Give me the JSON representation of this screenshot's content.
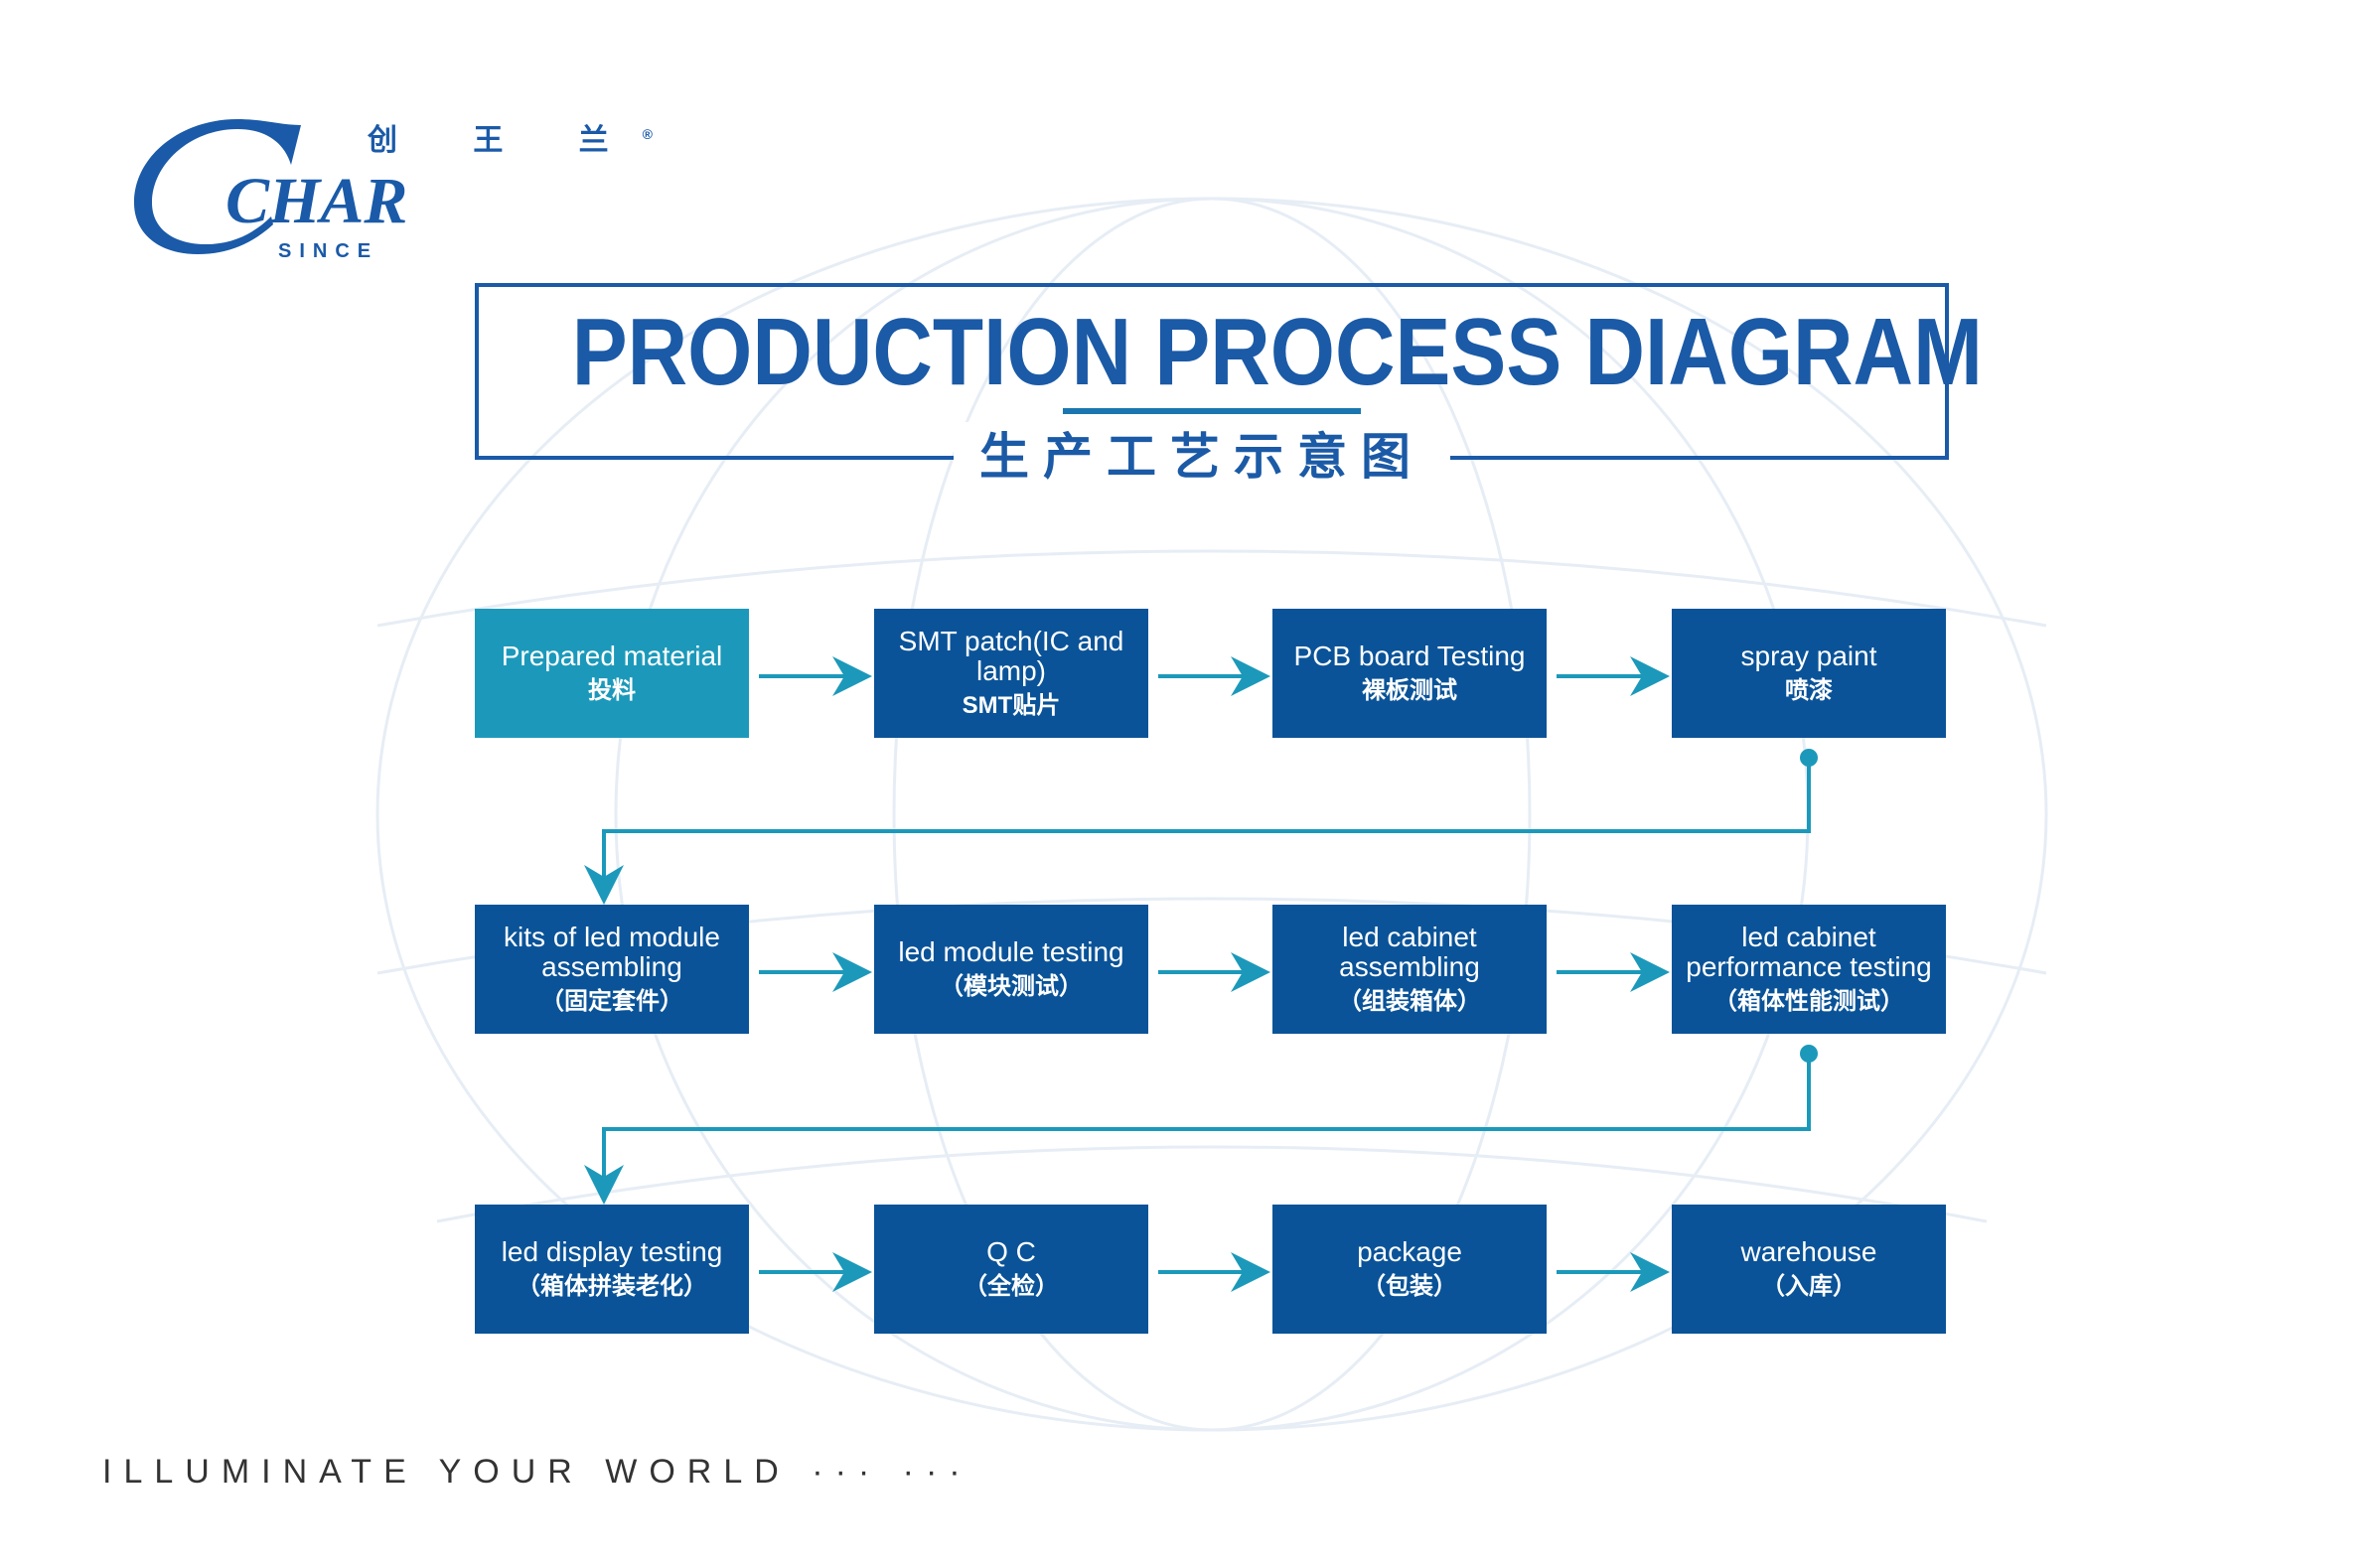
{
  "logo": {
    "brand": "CHAR",
    "since": "SINCE",
    "cn": "创 王 兰",
    "registered": "®"
  },
  "title": "PRODUCTION PROCESS DIAGRAM",
  "subtitle": "生产工艺示意图",
  "colors": {
    "primary": "#0a5398",
    "first_step": "#1c99ba",
    "arrow": "#1c99ba",
    "title": "#1b5aa6"
  },
  "steps": [
    {
      "en": "Prepared material",
      "cn": "投料"
    },
    {
      "en": "SMT patch(IC and lamp)",
      "cn": "SMT贴片"
    },
    {
      "en": "PCB board Testing",
      "cn": "裸板测试"
    },
    {
      "en": "spray paint",
      "cn": "喷漆"
    },
    {
      "en": "kits of led module assembling",
      "cn": "（固定套件）"
    },
    {
      "en": "led module testing",
      "cn": "（模块测试）"
    },
    {
      "en": "led cabinet assembling",
      "cn": "（组装箱体）"
    },
    {
      "en": "led cabinet performance testing",
      "cn": "（箱体性能测试）"
    },
    {
      "en": "led display testing",
      "cn": "（箱体拼装老化）"
    },
    {
      "en": "Q C",
      "cn": "（全检）"
    },
    {
      "en": "package",
      "cn": "（包装）"
    },
    {
      "en": "warehouse",
      "cn": "（入库）"
    }
  ],
  "tagline": "ILLUMINATE YOUR WORLD ··· ···"
}
